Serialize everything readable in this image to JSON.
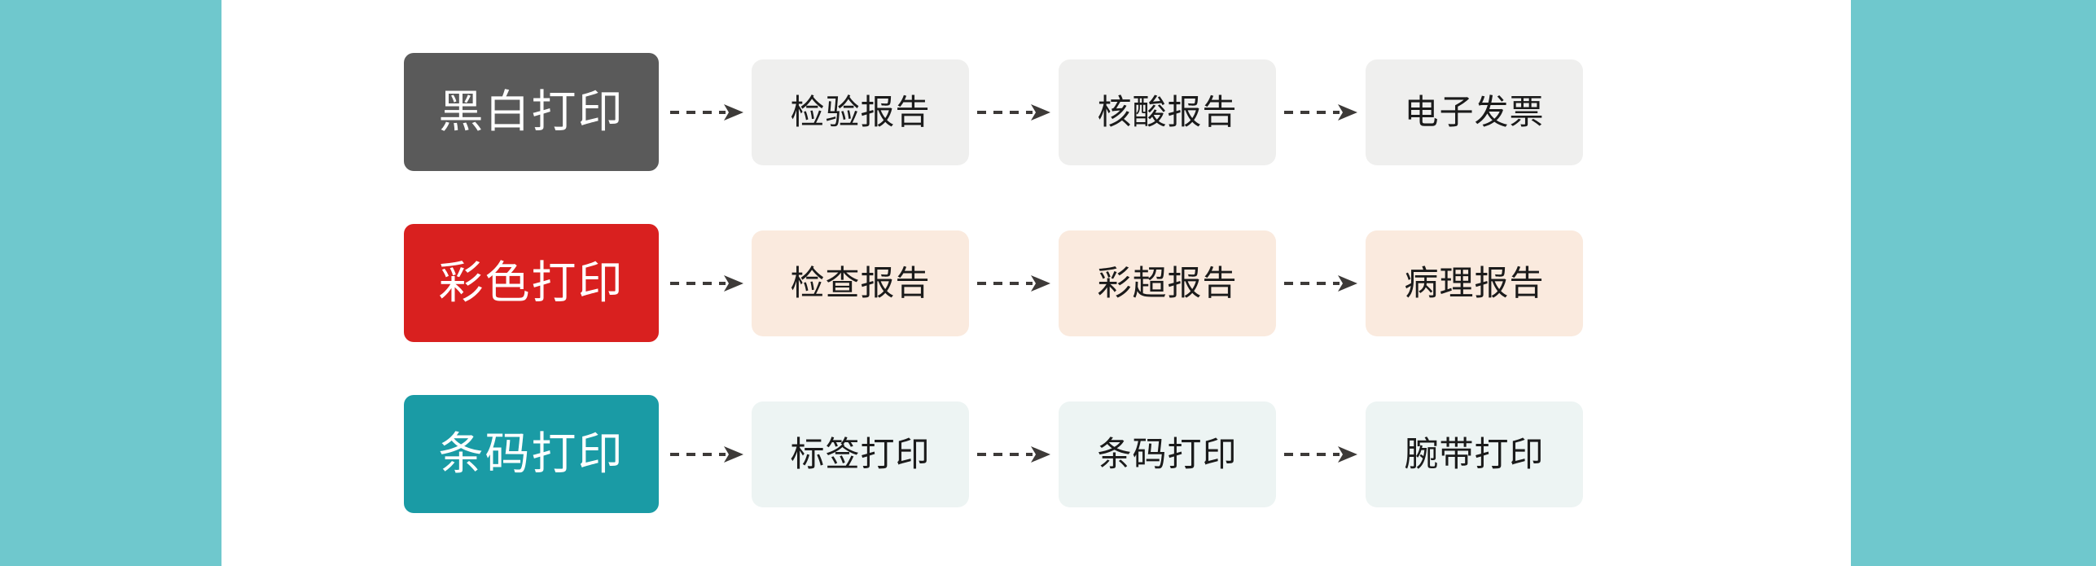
{
  "page": {
    "background_color": "#ffffff",
    "side_band_color": "#6fc8cd",
    "arrow_color": "#3d3a38"
  },
  "diagram": {
    "type": "flowchart",
    "orientation": "horizontal",
    "rows": [
      {
        "id": "row-bw-print",
        "category": {
          "label": "黑白打印",
          "bg_color": "#5a5a5a",
          "text_color": "#ffffff"
        },
        "step_bg_color": "#efefee",
        "step_text_color": "#1b1b1b",
        "steps": [
          {
            "label": "检验报告"
          },
          {
            "label": "核酸报告"
          },
          {
            "label": "电子发票"
          }
        ]
      },
      {
        "id": "row-color-print",
        "category": {
          "label": "彩色打印",
          "bg_color": "#d9201f",
          "text_color": "#ffffff"
        },
        "step_bg_color": "#faeade",
        "step_text_color": "#1b1b1b",
        "steps": [
          {
            "label": "检查报告"
          },
          {
            "label": "彩超报告"
          },
          {
            "label": "病理报告"
          }
        ]
      },
      {
        "id": "row-barcode-print",
        "category": {
          "label": "条码打印",
          "bg_color": "#1a9ba5",
          "text_color": "#ffffff"
        },
        "step_bg_color": "#edf4f3",
        "step_text_color": "#1b1b1b",
        "steps": [
          {
            "label": "标签打印"
          },
          {
            "label": "条码打印"
          },
          {
            "label": "腕带打印"
          }
        ]
      }
    ],
    "connector": {
      "style": "dashed",
      "arrowhead": "solid-triangle",
      "icon": "arrow-right-dashed-icon"
    }
  }
}
